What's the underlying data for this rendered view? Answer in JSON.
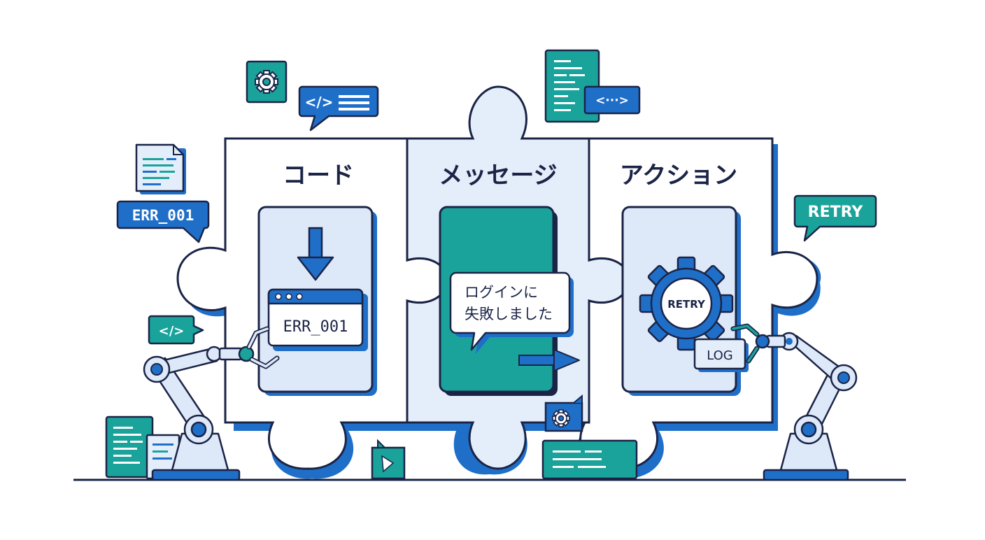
{
  "panels": {
    "code": {
      "title": "コード",
      "error_code": "ERR_001"
    },
    "message": {
      "title": "メッセージ",
      "line1": "ログインに",
      "line2": "失敗しました"
    },
    "action": {
      "title": "アクション",
      "gear_label": "RETRY",
      "log_label": "LOG"
    }
  },
  "floating": {
    "err_bubble": "ERR_001",
    "retry_bubble": "RETRY",
    "code_tag_small": "</>",
    "code_tag_top": "</>",
    "arrow_tag": "<···>"
  },
  "icons": [
    "gear-icon",
    "code-bubble-icon",
    "document-icon",
    "code-window-icon",
    "robot-arm-icon",
    "arrow-down-icon",
    "arrow-right-icon",
    "browser-window-icon"
  ],
  "colors": {
    "navy": "#1b2447",
    "blue": "#1f6fc9",
    "teal": "#1aa39b",
    "light_blue": "#e3eefa",
    "panel_blue": "#dde9f8"
  }
}
